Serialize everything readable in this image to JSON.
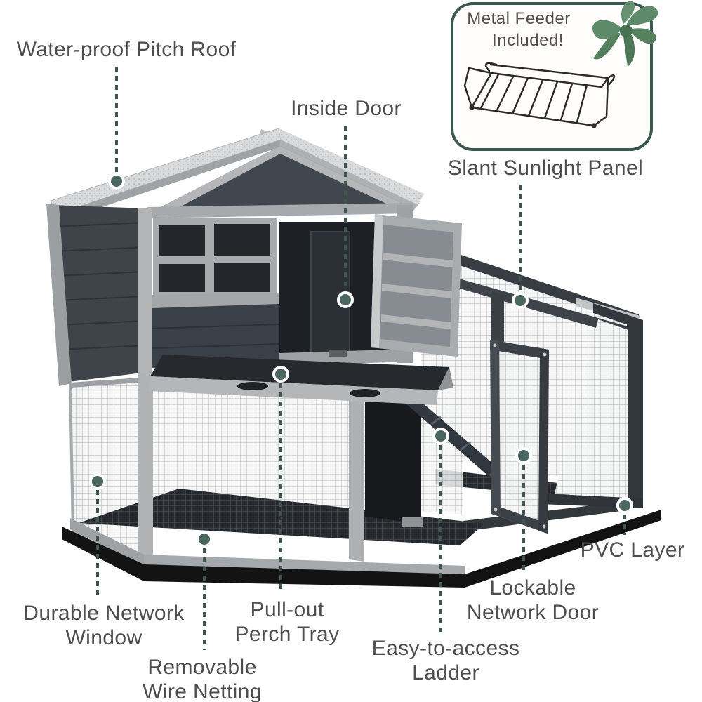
{
  "title": "Rabbit hutch feature callout diagram",
  "callouts": {
    "water_roof": {
      "label": "Water-proof Pitch Roof"
    },
    "inside_door": {
      "label": "Inside Door"
    },
    "slant_panel": {
      "label": "Slant Sunlight Panel"
    },
    "pvc_layer": {
      "label": "PVC Layer"
    },
    "lockable_door": {
      "line1": "Lockable",
      "line2": "Network Door"
    },
    "easy_ladder": {
      "line1": "Easy-to-access",
      "line2": "Ladder"
    },
    "pullout_tray": {
      "line1": "Pull-out",
      "line2": "Perch Tray"
    },
    "durable_window": {
      "line1": "Durable Network",
      "line2": "Window"
    },
    "removable_netting": {
      "line1": "Removable",
      "line2": "Wire Netting"
    }
  },
  "badge": {
    "line1": "Metal Feeder",
    "line2": "Included!"
  },
  "colors": {
    "label_text": "#4e4e4e",
    "callout_line": "#3f564f",
    "callout_dot": "#4b655f",
    "badge_border": "#3a584e",
    "bow_green": "#5d8a68",
    "pvc_base": "#131313",
    "wood_light": "#aeb1b3",
    "wood_dark": "#3f454c"
  }
}
